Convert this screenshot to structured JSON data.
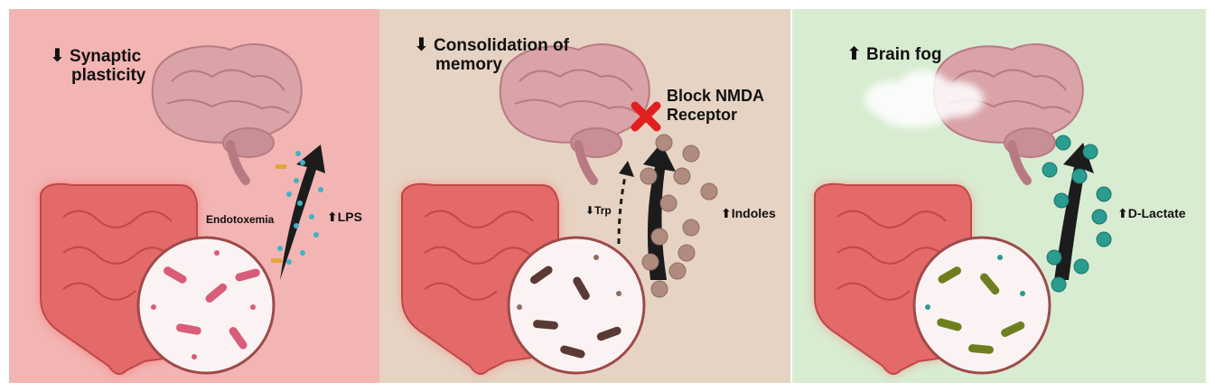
{
  "panels": [
    {
      "id": "lps",
      "background": "#f2b5b3",
      "title": [
        "Synaptic",
        "plasticity"
      ],
      "title_direction": "down",
      "labels": {
        "endotoxemia": "Endotoxemia",
        "marker": "LPS",
        "marker_direction": "up"
      },
      "bacteria_color": "#d95c78",
      "molecule_color": "#3fb3c4"
    },
    {
      "id": "indoles",
      "background": "#e6d3c3",
      "title": [
        "Consolidation of",
        "memory"
      ],
      "title_direction": "down",
      "labels": {
        "block": [
          "Block NMDA",
          "Receptor"
        ],
        "trp": "Trp",
        "trp_direction": "down",
        "marker": "Indoles",
        "marker_direction": "up"
      },
      "bacteria_color": "#5a3a34",
      "molecule_color": "#b08c80"
    },
    {
      "id": "dlactate",
      "background": "#d8ecd2",
      "title": [
        "Brain fog"
      ],
      "title_direction": "up",
      "labels": {
        "marker": "D-Lactate",
        "marker_direction": "up"
      },
      "bacteria_color": "#6f7f1f",
      "molecule_color": "#2a9c90"
    }
  ],
  "glyphs": {
    "up": "⬆",
    "down": "⬇"
  },
  "colors": {
    "brain": "#d9a3a8",
    "brain_dark": "#b87a82",
    "gut": "#e46a6a",
    "gut_glow": "#ff3b3b",
    "arrow": "#1c1c1c",
    "block": "#e02020"
  }
}
